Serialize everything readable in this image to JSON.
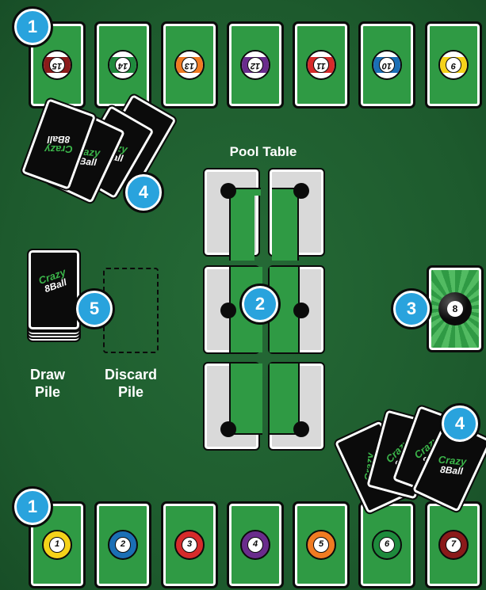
{
  "labels": {
    "pool_table": "Pool Table",
    "draw_pile_line1": "Draw",
    "draw_pile_line2": "Pile",
    "discard_pile_line1": "Discard",
    "discard_pile_line2": "Pile"
  },
  "badges": {
    "top_hand": "1",
    "bottom_hand": "1",
    "pool_table": "2",
    "eight_ball": "3",
    "top_fan": "4",
    "bottom_fan": "4",
    "draw_pile": "5"
  },
  "top_row": [
    {
      "number": "15",
      "color": "#8b1a1a",
      "stripe": true
    },
    {
      "number": "14",
      "color": "#1e8a3c",
      "stripe": true
    },
    {
      "number": "13",
      "color": "#f07b22",
      "stripe": true
    },
    {
      "number": "12",
      "color": "#6a2c8c",
      "stripe": true
    },
    {
      "number": "11",
      "color": "#d62b2b",
      "stripe": true
    },
    {
      "number": "10",
      "color": "#1b6fb5",
      "stripe": true
    },
    {
      "number": "9",
      "color": "#f5d21a",
      "stripe": true
    }
  ],
  "bottom_row": [
    {
      "number": "1",
      "color": "#f5d21a",
      "stripe": false
    },
    {
      "number": "2",
      "color": "#1b6fb5",
      "stripe": false
    },
    {
      "number": "3",
      "color": "#d62b2b",
      "stripe": false
    },
    {
      "number": "4",
      "color": "#6a2c8c",
      "stripe": false
    },
    {
      "number": "5",
      "color": "#f07b22",
      "stripe": false
    },
    {
      "number": "6",
      "color": "#1e8a3c",
      "stripe": false
    },
    {
      "number": "7",
      "color": "#8b1a1a",
      "stripe": false
    }
  ],
  "eight_ball": {
    "number": "8"
  },
  "card_back_logo": {
    "line1": "Crazy",
    "line2": "8Ball"
  }
}
